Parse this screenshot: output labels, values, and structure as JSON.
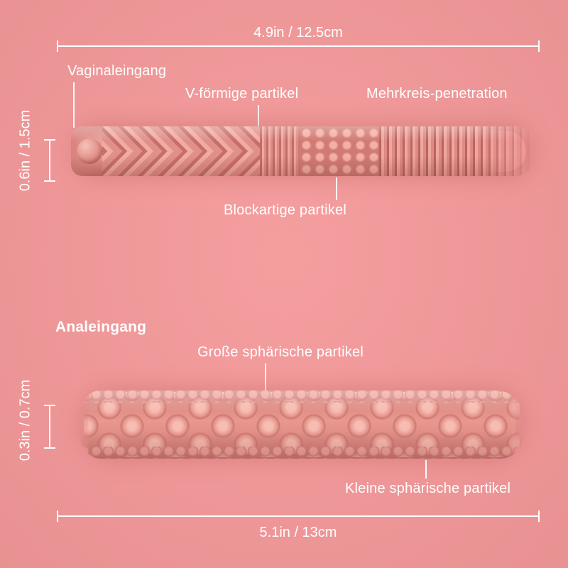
{
  "colors": {
    "background": "#F5999A",
    "text": "#FFFFFF",
    "line": "#FFFFFF",
    "rod_base": "#E28C86",
    "rod_light": "#F6B2A9",
    "rod_dark": "#C66F69"
  },
  "top_diagram": {
    "width_dimension": "4.9in / 12.5cm",
    "height_dimension": "0.6in / 1.5cm",
    "labels": {
      "entrance": "Vaginaleingang",
      "v_particles": "V-förmige partikel",
      "multi_ring": "Mehrkreis-penetration",
      "block_particles": "Blockartige partikel"
    }
  },
  "bottom_diagram": {
    "width_dimension": "5.1in / 13cm",
    "height_dimension": "0.3in / 0.7cm",
    "labels": {
      "entrance": "Analeingang",
      "large_spheres": "Große sphärische partikel",
      "small_spheres": "Kleine sphärische partikel"
    }
  }
}
